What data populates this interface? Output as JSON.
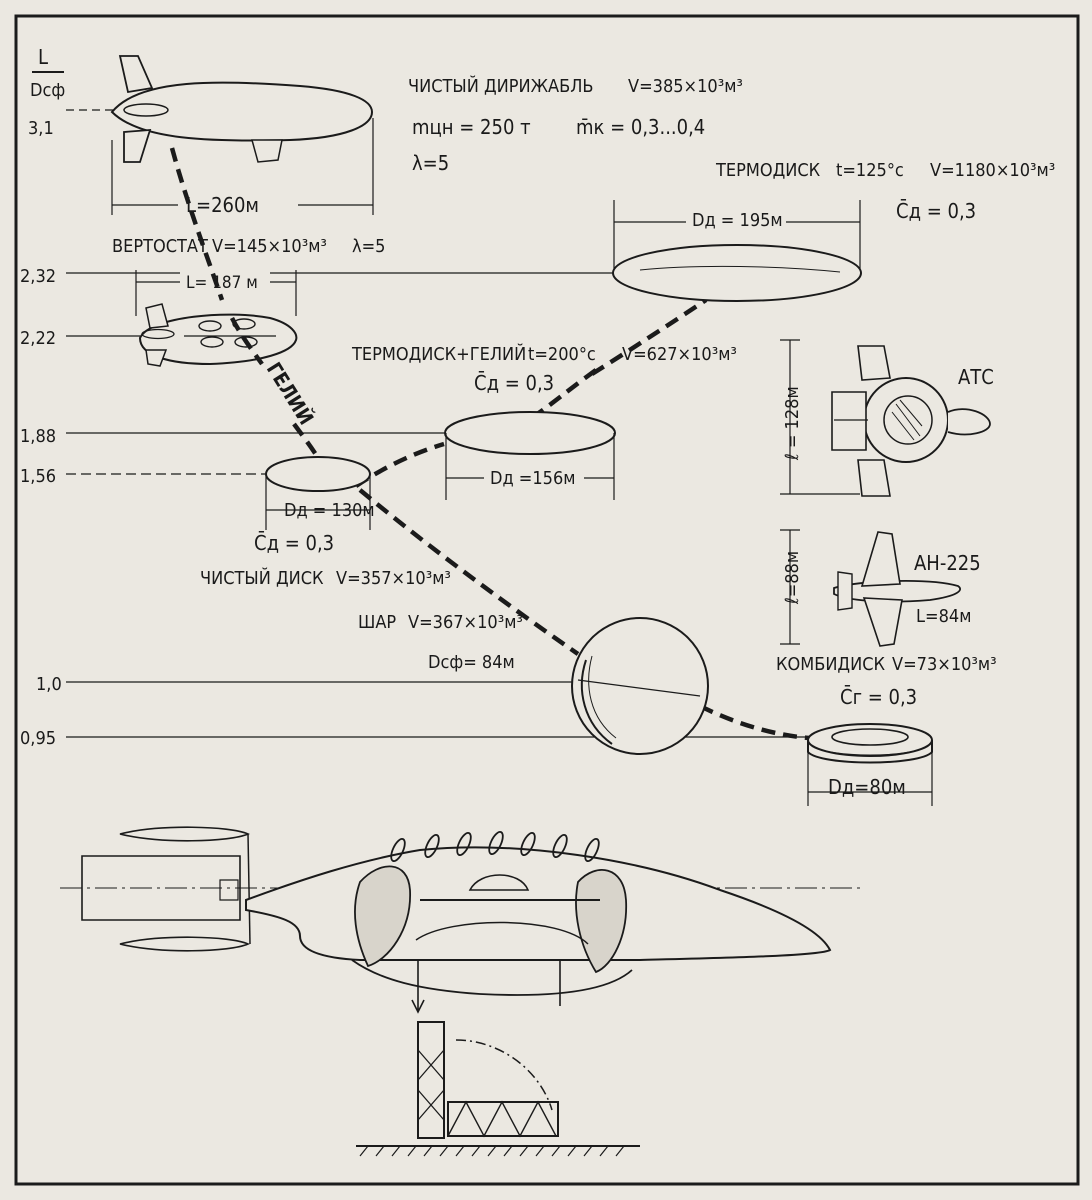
{
  "axis": {
    "label_top": "L",
    "label_bottom": "Dсф",
    "ticks": [
      "3,1",
      "2,32",
      "2,22",
      "1,88",
      "1,56",
      "1,0",
      "0,95"
    ]
  },
  "airship": {
    "title": "ЧИСТЫЙ ДИРИЖАБЛЬ",
    "volume": "V=385×10³м³",
    "mass": "mцн = 250 т",
    "mk": "m̄к = 0,3...0,4",
    "lambda": "λ=5",
    "length": "L=260м"
  },
  "vertostat": {
    "title": "ВЕРТОСТАТ",
    "volume": "V=145×10³м³",
    "lambda": "λ=5",
    "length": "L= 187 м"
  },
  "helium_label": "ГЕЛИЙ",
  "thermodisk": {
    "title": "ТЕРМОДИСК",
    "temp": "t=125°c",
    "volume": "V=1180×10³м³",
    "coef": "C̄д = 0,3",
    "diameter": "Dд = 195м"
  },
  "thermodisk_helium": {
    "title": "ТЕРМОДИСК+ГЕЛИЙ",
    "temp": "t=200°c",
    "volume": "V=627×10³м³",
    "coef": "C̄д = 0,3",
    "diameter": "Dд =156м"
  },
  "pure_disk": {
    "title": "ЧИСТЫЙ ДИСК",
    "volume": "V=357×10³м³",
    "coef": "C̄д = 0,3",
    "diameter": "Dд = 130м"
  },
  "sphere": {
    "title": "ШАР",
    "volume": "V=367×10³м³",
    "diameter": "Dсф= 84м"
  },
  "combidisk": {
    "title": "КОМБИДИСК",
    "volume": "V=73×10³м³",
    "coef": "C̄г = 0,3",
    "diameter": "Dд=80м"
  },
  "ats": {
    "label": "АТС",
    "length": "ℓ = 128м"
  },
  "an225": {
    "label": "АН-225",
    "length": "ℓ=88м",
    "span": "L=84м"
  }
}
